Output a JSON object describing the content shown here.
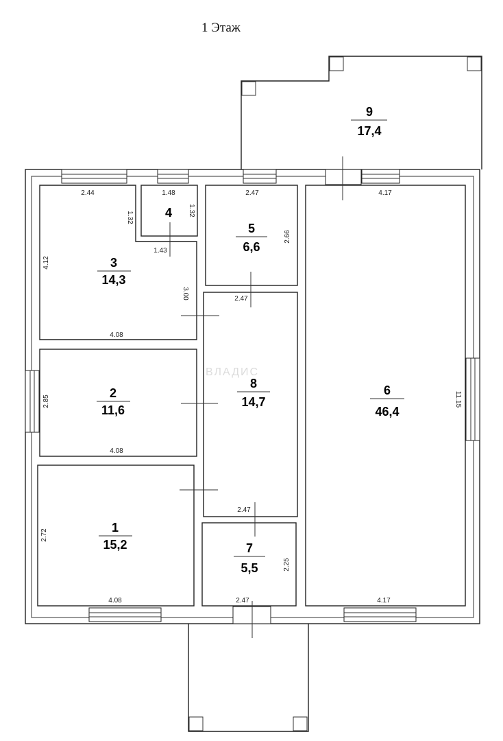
{
  "title": "1 Этаж",
  "watermark": "ВЛАДИС",
  "rooms": [
    {
      "number": "1",
      "area": "15,2"
    },
    {
      "number": "2",
      "area": "11,6"
    },
    {
      "number": "3",
      "area": "14,3"
    },
    {
      "number": "4",
      "area": ""
    },
    {
      "number": "5",
      "area": "6,6"
    },
    {
      "number": "6",
      "area": "46,4"
    },
    {
      "number": "7",
      "area": "5,5"
    },
    {
      "number": "8",
      "area": "14,7"
    },
    {
      "number": "9",
      "area": "17,4"
    }
  ],
  "dimensions": {
    "r3_top": "2.44",
    "r3_left": "4.12",
    "r3_right": "3.00",
    "r3_bottom": "4.08",
    "r3_side": "1.32",
    "r4_top": "1.48",
    "r4_right": "1.32",
    "r4_bottom": "1.43",
    "r5_top": "2.47",
    "r5_right": "2.66",
    "r5_bottom": "2.47",
    "r6_top": "4.17",
    "r6_right": "11.15",
    "r6_bottom": "4.17",
    "r2_left": "2.85",
    "r2_bottom": "4.08",
    "r8_bottom": "2.47",
    "r1_left": "2.72",
    "r1_bottom": "4.08",
    "r7_right": "2.25",
    "r7_bottom": "2.47"
  }
}
